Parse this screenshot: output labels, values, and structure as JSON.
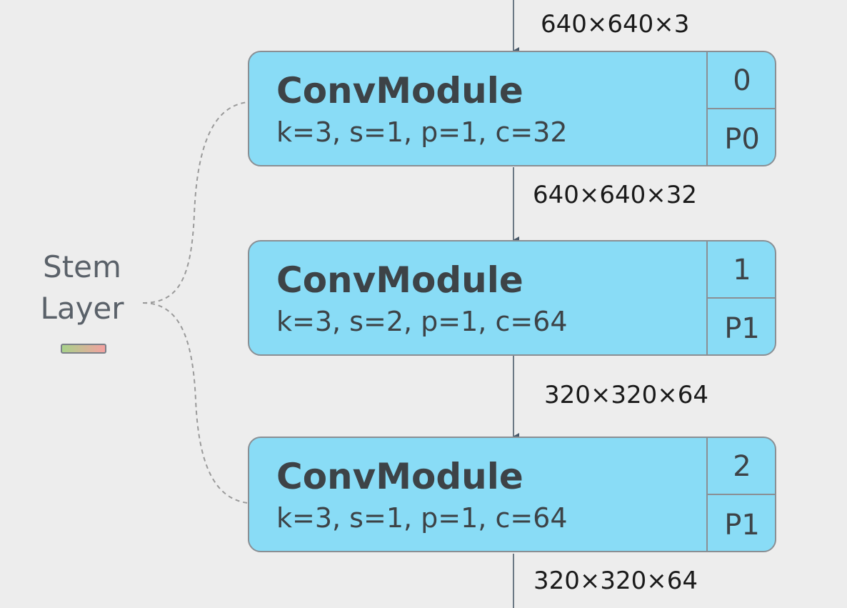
{
  "stem": {
    "label_line1": "Stem",
    "label_line2": "Layer"
  },
  "modules": [
    {
      "name": "ConvModule",
      "params": "k=3, s=1, p=1, c=32",
      "index": "0",
      "stage": "P0",
      "input_shape": "640×640×3",
      "output_shape": "640×640×32"
    },
    {
      "name": "ConvModule",
      "params": "k=3, s=2, p=1, c=64",
      "index": "1",
      "stage": "P1",
      "output_shape": "320×320×64"
    },
    {
      "name": "ConvModule",
      "params": "k=3, s=1, p=1, c=64",
      "index": "2",
      "stage": "P1",
      "output_shape": "320×320×64"
    }
  ],
  "colors": {
    "module_fill": "#89dcf6",
    "module_border": "#8a8f94",
    "text_dark": "#3d4347",
    "stem_text": "#5a6169",
    "arrow": "#4a5a6a",
    "dashed": "#9a9a9a",
    "legend_start": "#a8d28a",
    "legend_end": "#f4a1a1"
  }
}
